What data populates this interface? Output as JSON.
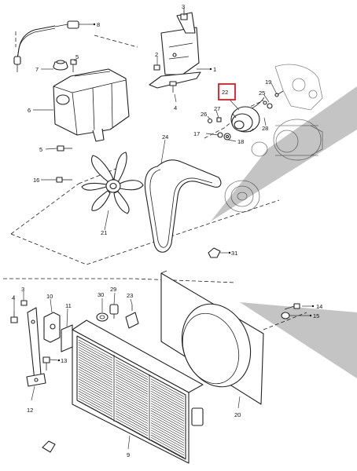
{
  "callouts": {
    "p1": "1",
    "p2": "2",
    "p3": "3",
    "p4": "4",
    "p5": "5",
    "p6": "6",
    "p7": "7",
    "p8": "8",
    "p9": "9",
    "p10": "10",
    "p11": "11",
    "p12": "12",
    "p13": "13",
    "p14": "14",
    "p15": "15",
    "p16": "16",
    "p17": "17",
    "p18": "18",
    "p19": "19",
    "p20": "20",
    "p21": "21",
    "p22": "22",
    "p23": "23",
    "p24": "24",
    "p25": "25",
    "p26": "26",
    "p27": "27",
    "p28": "28",
    "p29": "29",
    "p30": "30",
    "p31": "31"
  },
  "highlighted_part": "22",
  "colors": {
    "highlight": "#e0181e",
    "line": "#222222",
    "shadow": "#c4c4c4"
  }
}
